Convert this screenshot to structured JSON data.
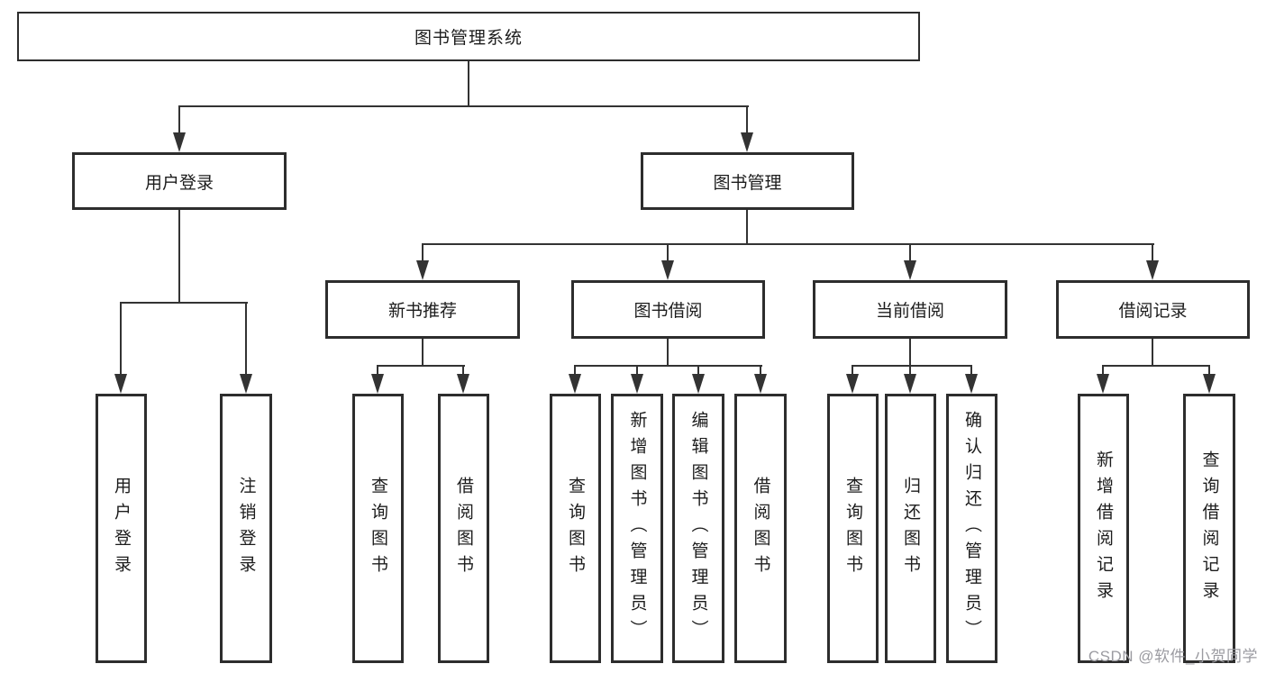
{
  "root": {
    "label": "图书管理系统"
  },
  "level2": {
    "user_login": {
      "label": "用户登录"
    },
    "book_mgmt": {
      "label": "图书管理"
    }
  },
  "level3": {
    "new_books": {
      "label": "新书推荐"
    },
    "book_borrow": {
      "label": "图书借阅"
    },
    "current_borrow": {
      "label": "当前借阅"
    },
    "borrow_records": {
      "label": "借阅记录"
    }
  },
  "leaves": {
    "user_login": {
      "label": "用户登录"
    },
    "logout": {
      "label": "注销登录"
    },
    "nb_query_books": {
      "label": "查询图书"
    },
    "nb_borrow_books": {
      "label": "借阅图书"
    },
    "bw_query_books": {
      "label": "查询图书"
    },
    "bw_add_books": {
      "label": "新增图书（管理员）"
    },
    "bw_edit_books": {
      "label": "编辑图书（管理员）"
    },
    "bw_borrow_books": {
      "label": "借阅图书"
    },
    "cur_query_books": {
      "label": "查询图书"
    },
    "cur_return_books": {
      "label": "归还图书"
    },
    "cur_confirm_return": {
      "label": "确认归还（管理员）"
    },
    "rec_add_record": {
      "label": "新增借阅记录"
    },
    "rec_query_record": {
      "label": "查询借阅记录"
    }
  },
  "watermark": {
    "text": "CSDN @软件_小贺同学"
  },
  "colors": {
    "line": "#333333",
    "box_border": "#2d2d2d",
    "text": "#1c1c1c",
    "watermark": "#9b9ba1",
    "background": "#ffffff"
  }
}
